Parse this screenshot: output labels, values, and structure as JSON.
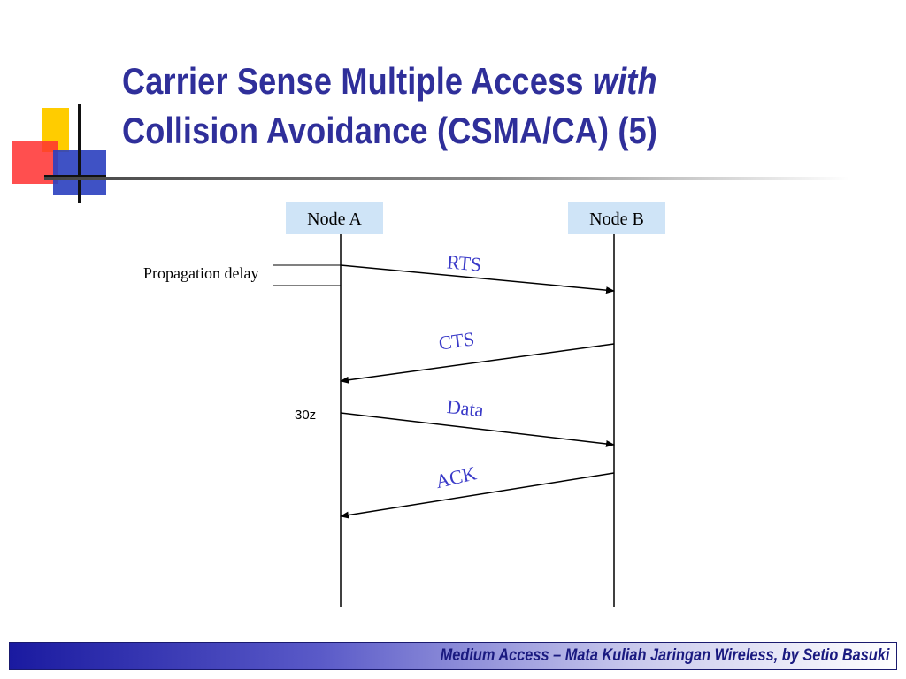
{
  "slide": {
    "title_line1": "Carrier Sense Multiple Access ",
    "title_italic": "with",
    "title_line2": "Collision Avoidance (CSMA/CA) (5)",
    "footer": "Medium Access – Mata Kuliah Jaringan Wireless, by Setio Basuki"
  },
  "diagram": {
    "node_a": "Node A",
    "node_b": "Node B",
    "propagation_label": "Propagation delay",
    "time_label": "30z",
    "messages": {
      "rts": "RTS",
      "cts": "CTS",
      "data": "Data",
      "ack": "ACK"
    }
  },
  "colors": {
    "title": "#2f2f9a",
    "node_box": "#cfe4f7",
    "message_label": "#3a3ac8"
  }
}
